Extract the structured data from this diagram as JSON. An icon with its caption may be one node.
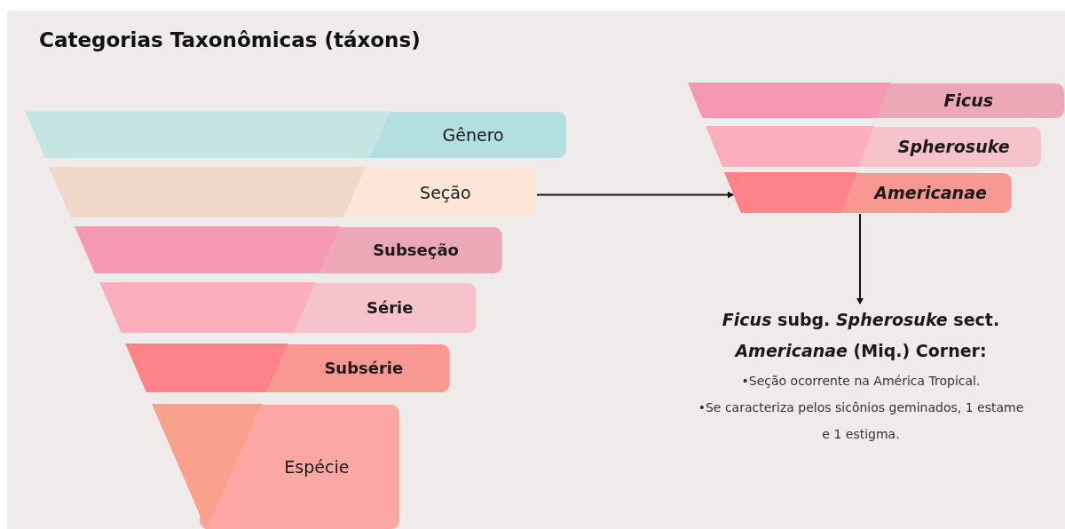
{
  "diagram": {
    "title": "Categorias Taxonômicas (táxons)",
    "nodes": [
      {
        "text": [
          "Gênero"
        ]
      },
      {
        "text": [
          "Seção"
        ]
      },
      {
        "text": [
          "Subseção"
        ]
      },
      {
        "text": [
          "Série"
        ]
      },
      {
        "text": [
          "Subsérie"
        ]
      },
      {
        "text": [
          "Espécie"
        ]
      },
      {
        "text": [
          "Ficus"
        ]
      },
      {
        "text": [
          "Spherosuke"
        ]
      },
      {
        "text": [
          "Americanae"
        ]
      },
      {
        "text": [
          "*Ficus* subg. *Spherosuke* sect. *Americanae* (Miq.) Corner:",
          "•Seção ocorrente na América Tropical.",
          "•Se caracteriza pelos sicônios geminados, 1 estame e 1 estigma."
        ]
      }
    ],
    "edges": [
      {
        "from": 1,
        "to": 8,
        "arrow": "to"
      },
      {
        "from": 8,
        "to": 9,
        "arrow": "to"
      }
    ]
  }
}
